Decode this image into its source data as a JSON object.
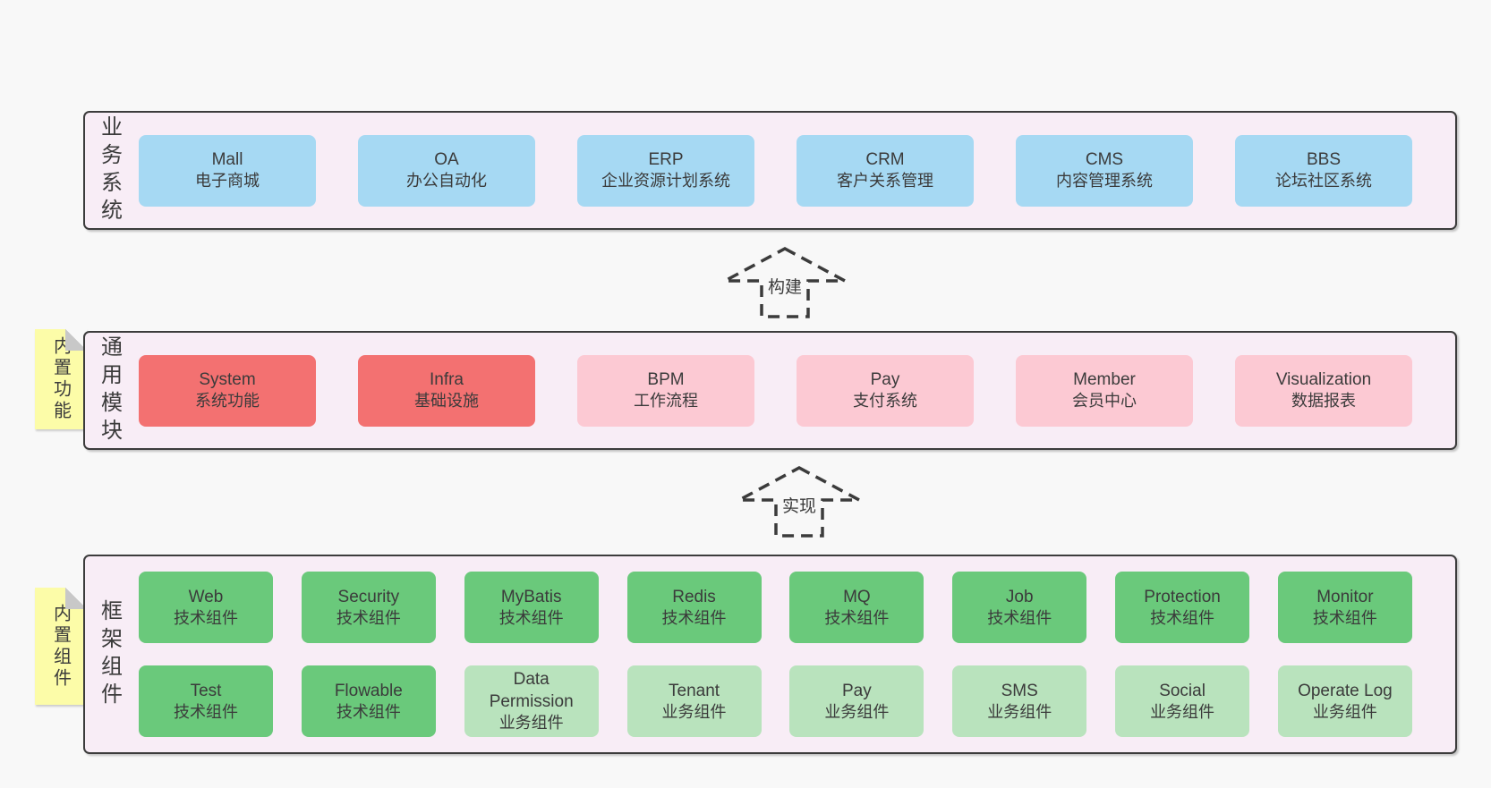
{
  "colors": {
    "page_bg": "#f8f8f8",
    "section_bg": "#f8edf6",
    "section_border": "#3c3c3c",
    "text": "#3b3b3b",
    "blue": "#a6d9f3",
    "red": "#f37171",
    "pink": "#fcc9d3",
    "green": "#6ac97b",
    "light_green": "#b9e3bd",
    "sticky": "#fcfca8",
    "sticky_fold": "#c8c8c8"
  },
  "arrows": [
    {
      "label": "构建"
    },
    {
      "label": "实现"
    }
  ],
  "sections": [
    {
      "id": "business",
      "label": "业务系统",
      "rows": [
        [
          {
            "title": "Mall",
            "subtitle": "电子商城",
            "color": "blue"
          },
          {
            "title": "OA",
            "subtitle": "办公自动化",
            "color": "blue"
          },
          {
            "title": "ERP",
            "subtitle": "企业资源计划系统",
            "color": "blue"
          },
          {
            "title": "CRM",
            "subtitle": "客户关系管理",
            "color": "blue"
          },
          {
            "title": "CMS",
            "subtitle": "内容管理系统",
            "color": "blue"
          },
          {
            "title": "BBS",
            "subtitle": "论坛社区系统",
            "color": "blue"
          }
        ]
      ]
    },
    {
      "id": "modules",
      "label": "通用模块",
      "sticky": "内置功能",
      "rows": [
        [
          {
            "title": "System",
            "subtitle": "系统功能",
            "color": "red"
          },
          {
            "title": "Infra",
            "subtitle": "基础设施",
            "color": "red"
          },
          {
            "title": "BPM",
            "subtitle": "工作流程",
            "color": "pink"
          },
          {
            "title": "Pay",
            "subtitle": "支付系统",
            "color": "pink"
          },
          {
            "title": "Member",
            "subtitle": "会员中心",
            "color": "pink"
          },
          {
            "title": "Visualization",
            "subtitle": "数据报表",
            "color": "pink"
          }
        ]
      ]
    },
    {
      "id": "components",
      "label": "框架组件",
      "sticky": "内置组件",
      "rows": [
        [
          {
            "title": "Web",
            "subtitle": "技术组件",
            "color": "green"
          },
          {
            "title": "Security",
            "subtitle": "技术组件",
            "color": "green"
          },
          {
            "title": "MyBatis",
            "subtitle": "技术组件",
            "color": "green"
          },
          {
            "title": "Redis",
            "subtitle": "技术组件",
            "color": "green"
          },
          {
            "title": "MQ",
            "subtitle": "技术组件",
            "color": "green"
          },
          {
            "title": "Job",
            "subtitle": "技术组件",
            "color": "green"
          },
          {
            "title": "Protection",
            "subtitle": "技术组件",
            "color": "green"
          },
          {
            "title": "Monitor",
            "subtitle": "技术组件",
            "color": "green"
          }
        ],
        [
          {
            "title": "Test",
            "subtitle": "技术组件",
            "color": "green"
          },
          {
            "title": "Flowable",
            "subtitle": "技术组件",
            "color": "green"
          },
          {
            "title": "Data Permission",
            "subtitle": "业务组件",
            "color": "light-green"
          },
          {
            "title": "Tenant",
            "subtitle": "业务组件",
            "color": "light-green"
          },
          {
            "title": "Pay",
            "subtitle": "业务组件",
            "color": "light-green"
          },
          {
            "title": "SMS",
            "subtitle": "业务组件",
            "color": "light-green"
          },
          {
            "title": "Social",
            "subtitle": "业务组件",
            "color": "light-green"
          },
          {
            "title": "Operate Log",
            "subtitle": "业务组件",
            "color": "light-green"
          }
        ]
      ]
    }
  ]
}
